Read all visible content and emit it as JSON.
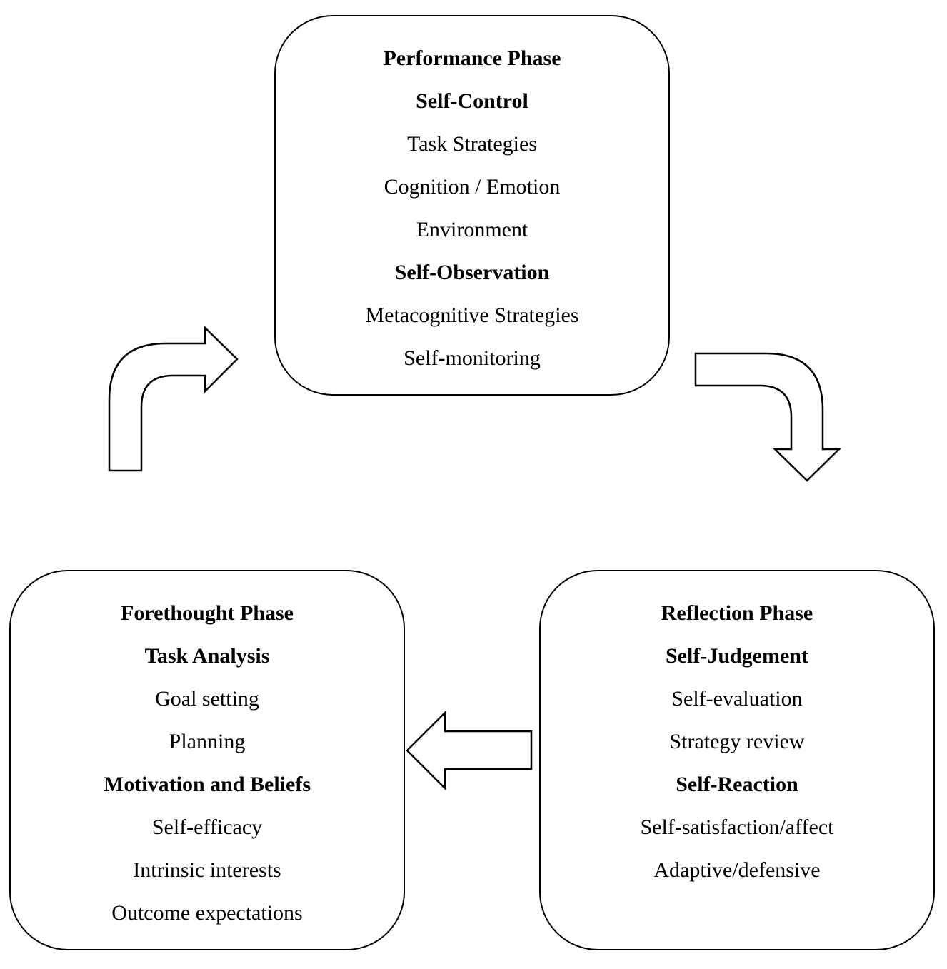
{
  "colors": {
    "stroke": "#000000",
    "fill": "#ffffff",
    "text": "#000000"
  },
  "phases": {
    "performance": {
      "title": "Performance Phase",
      "lines": [
        {
          "text": "Self-Control",
          "bold": true
        },
        {
          "text": "Task Strategies",
          "bold": false
        },
        {
          "text": "Cognition / Emotion",
          "bold": false
        },
        {
          "text": "Environment",
          "bold": false
        },
        {
          "text": "Self-Observation",
          "bold": true
        },
        {
          "text": "Metacognitive Strategies",
          "bold": false
        },
        {
          "text": "Self-monitoring",
          "bold": false
        }
      ]
    },
    "forethought": {
      "title": "Forethought Phase",
      "lines": [
        {
          "text": "Task Analysis",
          "bold": true
        },
        {
          "text": "Goal setting",
          "bold": false
        },
        {
          "text": "Planning",
          "bold": false
        },
        {
          "text": "Motivation and Beliefs",
          "bold": true
        },
        {
          "text": "Self-efficacy",
          "bold": false
        },
        {
          "text": "Intrinsic interests",
          "bold": false
        },
        {
          "text": "Outcome expectations",
          "bold": false
        }
      ]
    },
    "reflection": {
      "title": "Reflection Phase",
      "lines": [
        {
          "text": "Self-Judgement",
          "bold": true
        },
        {
          "text": "Self-evaluation",
          "bold": false
        },
        {
          "text": "Strategy review",
          "bold": false
        },
        {
          "text": "Self-Reaction",
          "bold": true
        },
        {
          "text": "Self-satisfaction/affect",
          "bold": false
        },
        {
          "text": "Adaptive/defensive",
          "bold": false
        }
      ]
    }
  },
  "arrows": [
    {
      "from": "forethought",
      "to": "performance"
    },
    {
      "from": "performance",
      "to": "reflection"
    },
    {
      "from": "reflection",
      "to": "forethought"
    }
  ]
}
